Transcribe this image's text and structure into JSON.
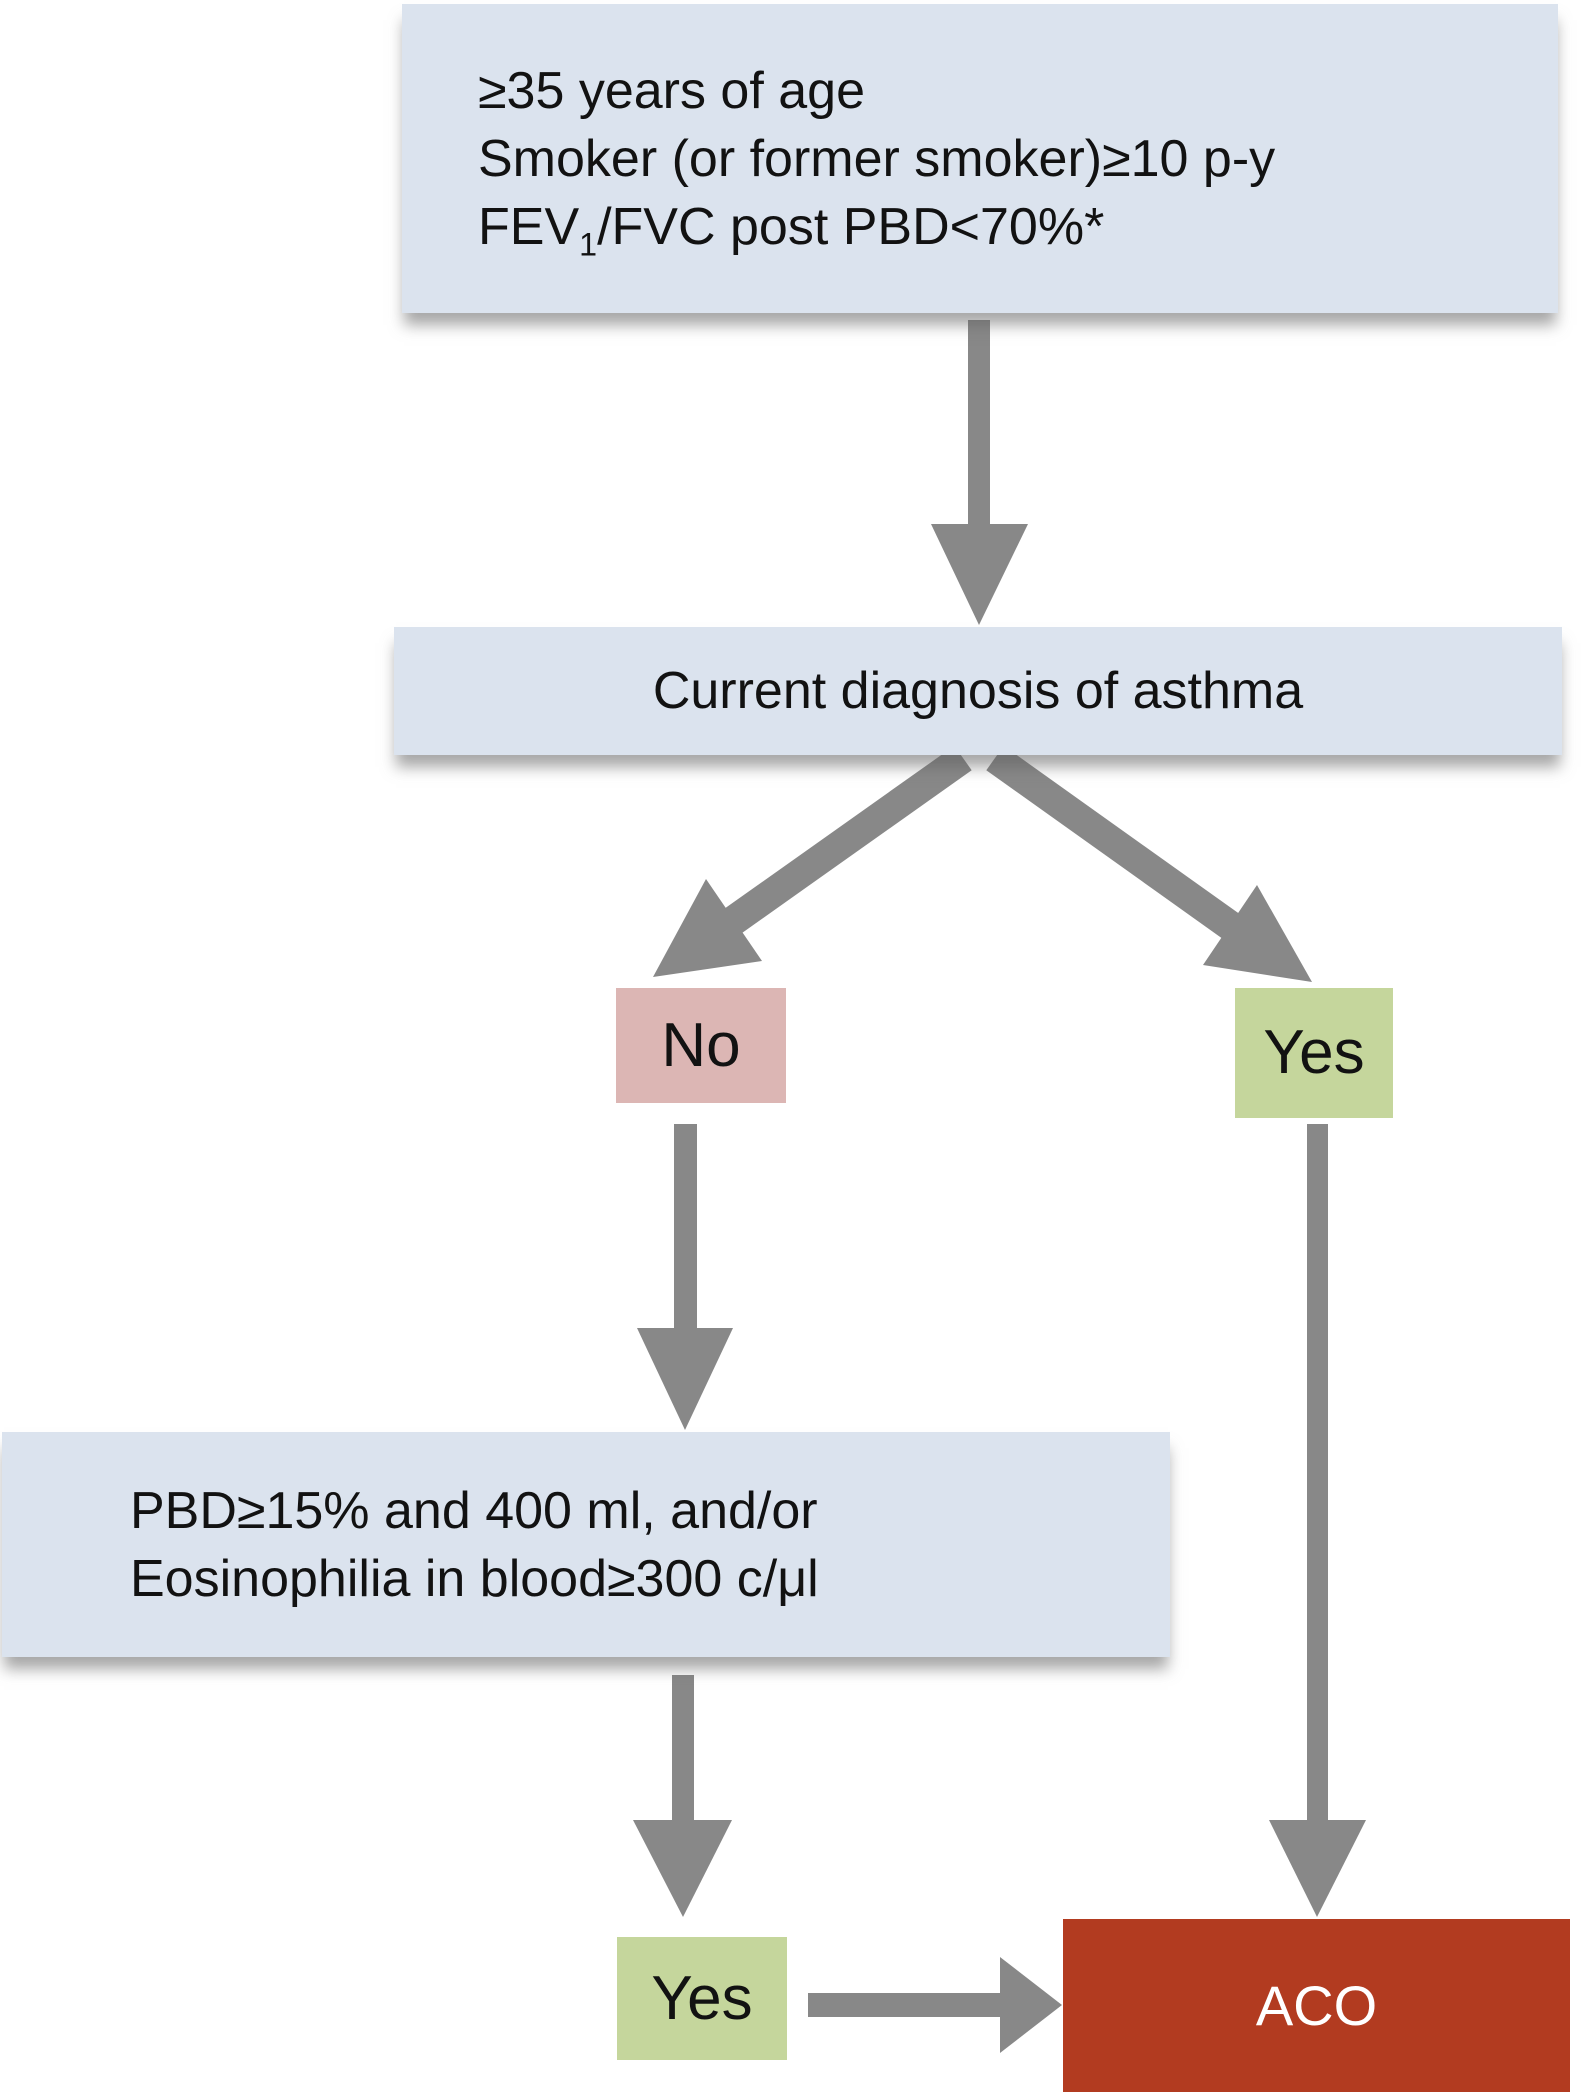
{
  "criteria_box": {
    "line1": "≥35 years of age",
    "line2": "Smoker (or former smoker)≥10 p-y",
    "line3_prefix": "FEV",
    "line3_sub": "1",
    "line3_suffix": "/FVC post PBD<70%*"
  },
  "asthma_box": {
    "label": "Current diagnosis of asthma"
  },
  "no_box": {
    "label": "No"
  },
  "yes_right_box": {
    "label": "Yes"
  },
  "pbd_box": {
    "line1": "PBD≥15% and 400 ml, and/or",
    "line2": "Eosinophilia in blood≥300 c/μl"
  },
  "yes_bottom_box": {
    "label": "Yes"
  },
  "aco_box": {
    "label": "ACO"
  },
  "colors": {
    "box_blue": "#dbe3ee",
    "box_pink": "#dcb6b4",
    "box_green": "#c5d69c",
    "box_red": "#b23b20",
    "arrow_gray": "#888888",
    "text_dark": "#121212",
    "text_light": "#ffffff"
  }
}
